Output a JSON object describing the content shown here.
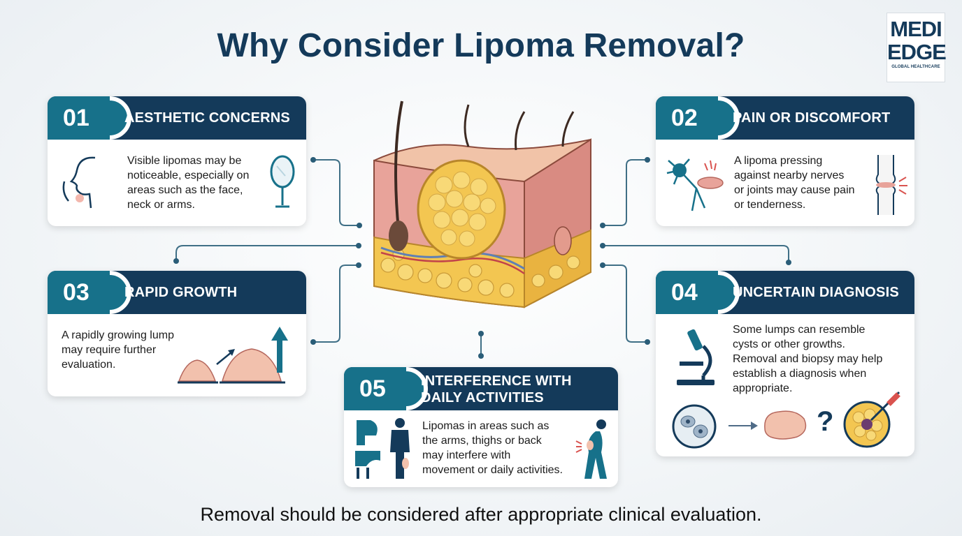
{
  "title": "Why Consider Lipoma Removal?",
  "logo": {
    "line1": "MEDI",
    "line2": "EDGE",
    "tagline": "GLOBAL HEALTHCARE"
  },
  "cards": [
    {
      "number": "01",
      "heading": "AESTHETIC CONCERNS",
      "body": [
        "Visible lipomas may be",
        "noticeable, especially on",
        "areas such as the face,",
        "neck or arms."
      ],
      "icons": [
        "face-profile-icon",
        "hand-mirror-icon"
      ]
    },
    {
      "number": "02",
      "heading": "PAIN OR DISCOMFORT",
      "body": [
        "A lipoma pressing",
        "against nearby nerves",
        "or joints may cause pain",
        "or tenderness."
      ],
      "icons": [
        "nerve-cell-icon",
        "knee-joint-icon"
      ]
    },
    {
      "number": "03",
      "heading": "RAPID GROWTH",
      "body": [
        "A rapidly growing lump",
        "may require further",
        "evaluation."
      ],
      "icons": [
        "small-lump-icon",
        "growing-lump-icon",
        "up-arrow-icon"
      ]
    },
    {
      "number": "04",
      "heading": "UNCERTAIN DIAGNOSIS",
      "body": [
        "Some lumps can resemble",
        "cysts or other growths.",
        "Removal and biopsy may help",
        "establish a diagnosis when",
        "appropriate."
      ],
      "icons": [
        "microscope-icon",
        "cell-slide-icon",
        "lump-icon",
        "question-mark-icon",
        "biopsy-needle-icon"
      ],
      "question_glyph": "?"
    },
    {
      "number": "05",
      "heading_line1": "INTERFERENCE WITH",
      "heading_line2": "DAILY ACTIVITIES",
      "body": [
        "Lipomas in areas such as",
        "the arms, thighs or back",
        "may interfere with",
        "movement or daily activities."
      ],
      "icons": [
        "arm-flex-icon",
        "standing-person-icon",
        "back-pain-person-icon"
      ]
    }
  ],
  "center_image": "skin-cross-section-lipoma-illustration",
  "footer": "Removal should be considered after appropriate clinical evaluation.",
  "colors": {
    "navy": "#143a5a",
    "teal": "#17718a",
    "fat_yellow": "#f3c651",
    "skin": "#e8a39a"
  }
}
